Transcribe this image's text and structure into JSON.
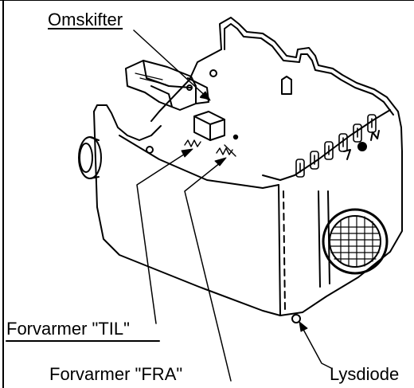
{
  "labels": {
    "switch": "Omskifter",
    "preheater_on": "Forvarmer \"TIL\"",
    "preheater_off": "Forvarmer \"FRA\"",
    "led": "Lysdiode"
  },
  "colors": {
    "ink": "#000000",
    "paper": "#ffffff"
  }
}
